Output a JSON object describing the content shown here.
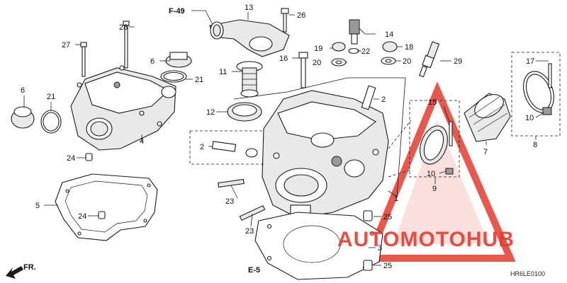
{
  "callouts": {
    "c1": "1",
    "c2a": "2",
    "c2b": "2",
    "c3": "3",
    "c4": "4",
    "c5": "5",
    "c6a": "6",
    "c6b": "6",
    "c7": "7",
    "c8": "8",
    "c9": "9",
    "c10a": "10",
    "c10b": "10",
    "c11": "11",
    "c12": "12",
    "c13": "13",
    "c14": "14",
    "c15": "15",
    "c16": "16",
    "c17": "17",
    "c18": "18",
    "c19": "19",
    "c20a": "20",
    "c20b": "20",
    "c21a": "21",
    "c21b": "21",
    "c22": "22",
    "c23a": "23",
    "c23b": "23",
    "c24a": "24",
    "c24b": "24",
    "c25a": "25",
    "c25b": "25",
    "c26": "26",
    "c27": "27",
    "c28": "28",
    "c29": "29"
  },
  "refs": {
    "f49": "F-49",
    "e5": "E-5",
    "fr": "FR."
  },
  "diagram_code": "HR6LE0100",
  "watermark": {
    "text": "AUTOMOTOHUB",
    "color": "#e63b2e"
  },
  "colors": {
    "line": "#1a1a1a",
    "fill_gray": "#e9e9e9",
    "watermark": "#e63b2e"
  }
}
